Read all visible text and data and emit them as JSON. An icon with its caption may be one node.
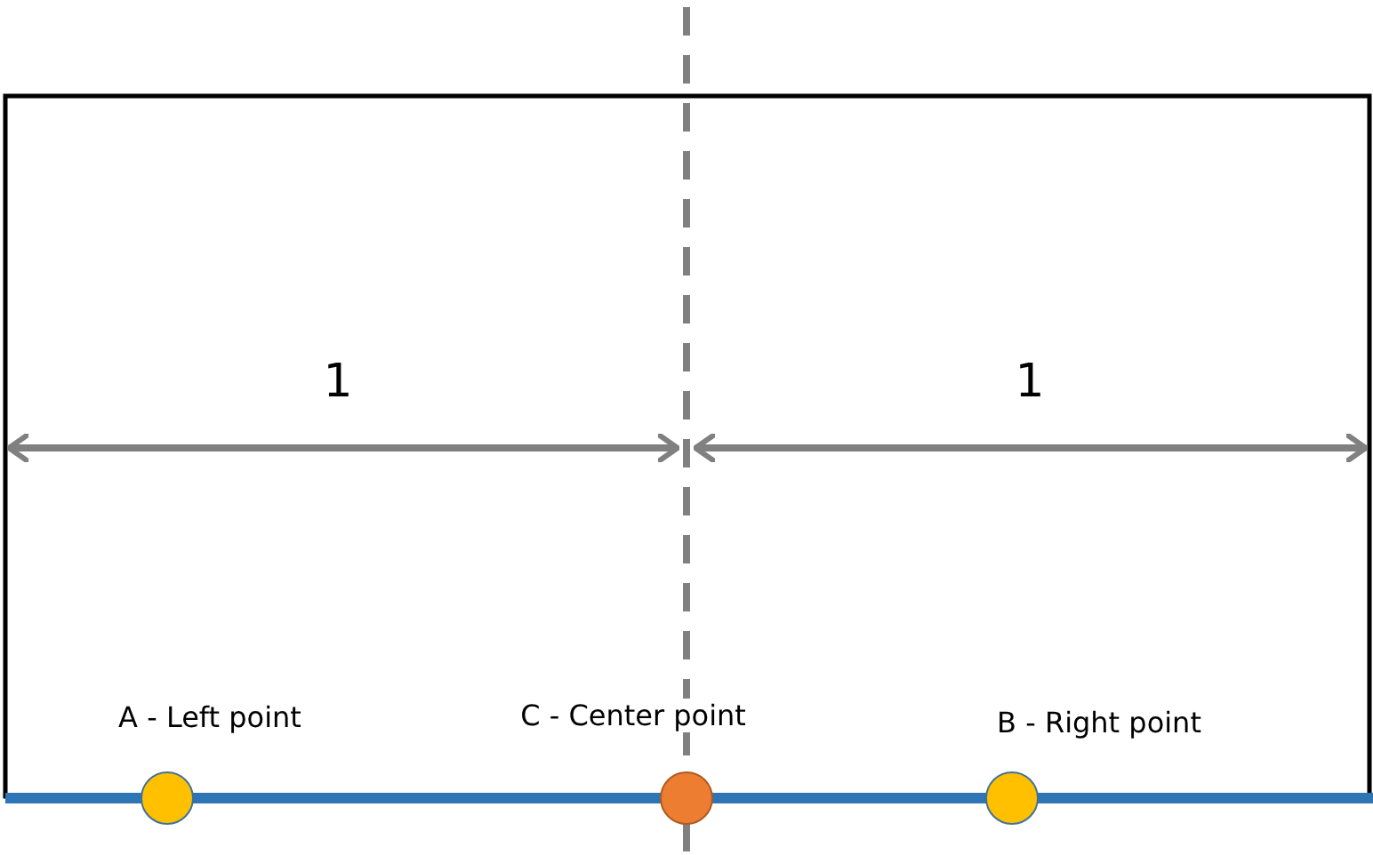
{
  "diagram": {
    "nodes": [
      {
        "text": [],
        "shape": "circle",
        "beside": [
          "A - Left point"
        ]
      },
      {
        "text": [],
        "shape": "circle",
        "beside": [
          "C - Center point"
        ]
      },
      {
        "text": [],
        "shape": "circle",
        "beside": [
          "B - Right point"
        ]
      }
    ],
    "labels": [
      "1",
      "1"
    ]
  }
}
